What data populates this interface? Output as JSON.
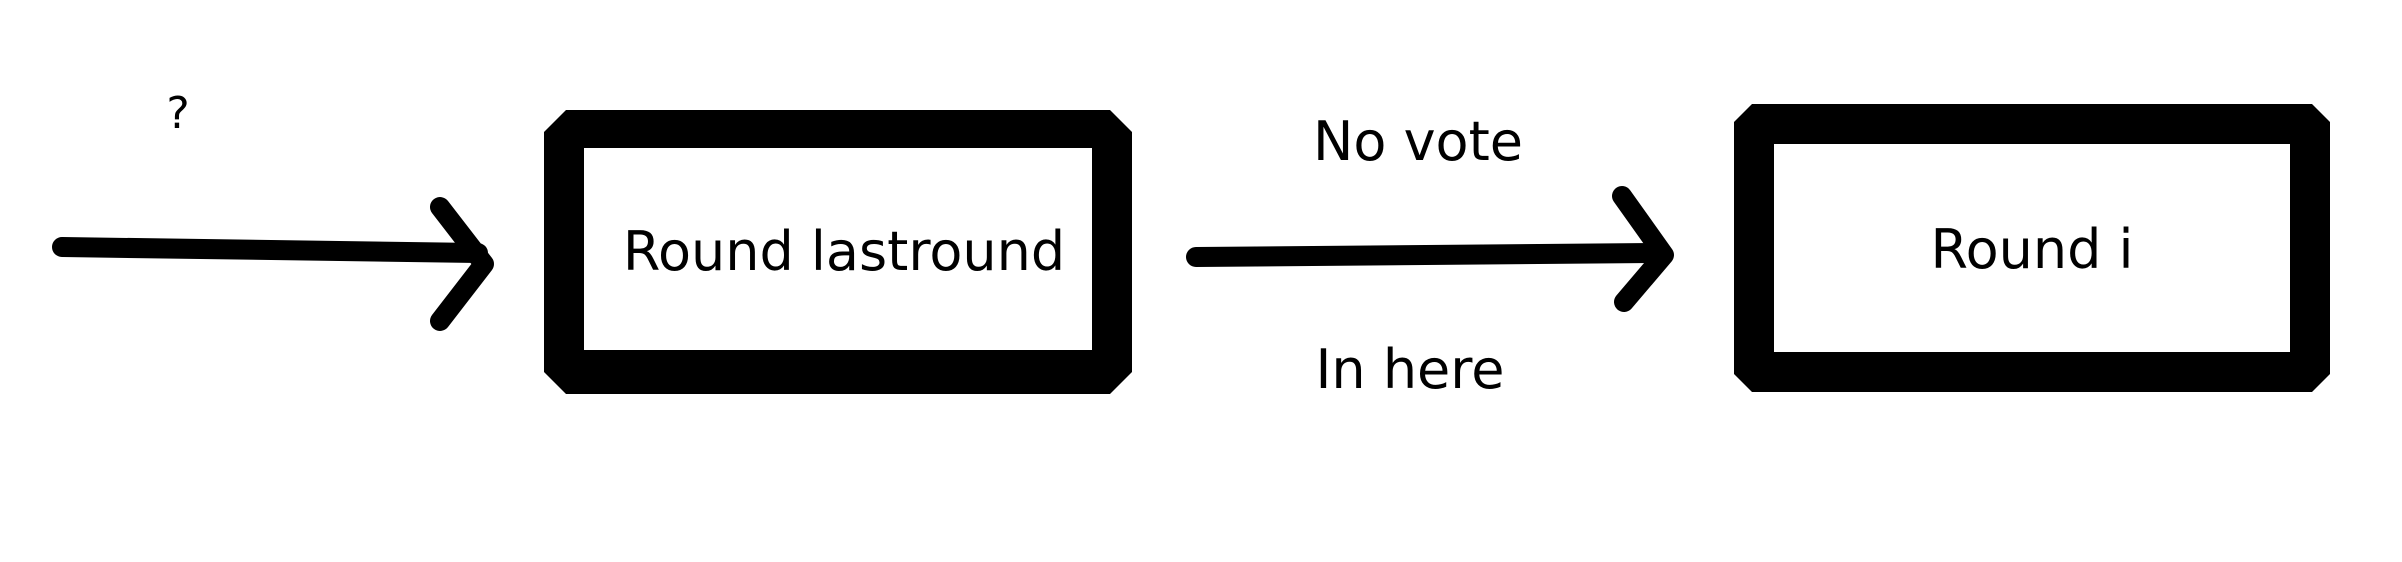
{
  "diagram": {
    "incoming_label": "?",
    "box_last_round": "Round lastround",
    "edge_label_top": "No vote",
    "edge_label_bottom": "In here",
    "box_round_i": "Round i"
  },
  "colors": {
    "ink": "#000000",
    "background": "#ffffff"
  }
}
